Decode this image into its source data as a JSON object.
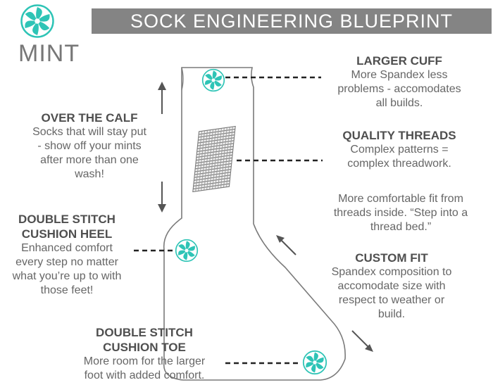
{
  "header": {
    "title": "SOCK ENGINEERING BLUEPRINT",
    "brand": "MINT"
  },
  "colors": {
    "mint": "#2ec4b6",
    "title_bar": "#848484",
    "text": "#5f5f5f",
    "outline": "#7a7a7a"
  },
  "icons": [
    "mint-candy-icon",
    "arrow-up-icon",
    "arrow-down-icon",
    "arrow-up-left-icon",
    "arrow-down-right-icon",
    "thread-weave-icon"
  ],
  "callouts": {
    "larger_cuff": {
      "heading": "LARGER CUFF",
      "lines": [
        "More Spandex less",
        "problems - accomodates",
        "all builds."
      ]
    },
    "quality_threads": {
      "heading": "QUALITY THREADS",
      "lines": [
        "Complex patterns =",
        "complex threadwork."
      ]
    },
    "comfort": {
      "lines": [
        "More comfortable fit from",
        "threads inside. “Step into a",
        "thread bed.”"
      ]
    },
    "custom_fit": {
      "heading": "CUSTOM FIT",
      "lines": [
        "Spandex composition to",
        "accomodate size with",
        "respect to weather or",
        "build."
      ]
    },
    "over_the_calf": {
      "heading": "OVER THE CALF",
      "lines": [
        "Socks that will stay put",
        "- show off your mints",
        "after more than one",
        "wash!"
      ]
    },
    "cushion_heel": {
      "heading_lines": [
        "DOUBLE STITCH",
        "CUSHION HEEL"
      ],
      "lines": [
        "Enhanced comfort",
        "every step no matter",
        "what you’re up to with",
        "those feet!"
      ]
    },
    "cushion_toe": {
      "heading_lines": [
        "DOUBLE STITCH",
        "CUSHION TOE"
      ],
      "lines": [
        "More room for the larger",
        "foot with added comfort."
      ]
    }
  }
}
